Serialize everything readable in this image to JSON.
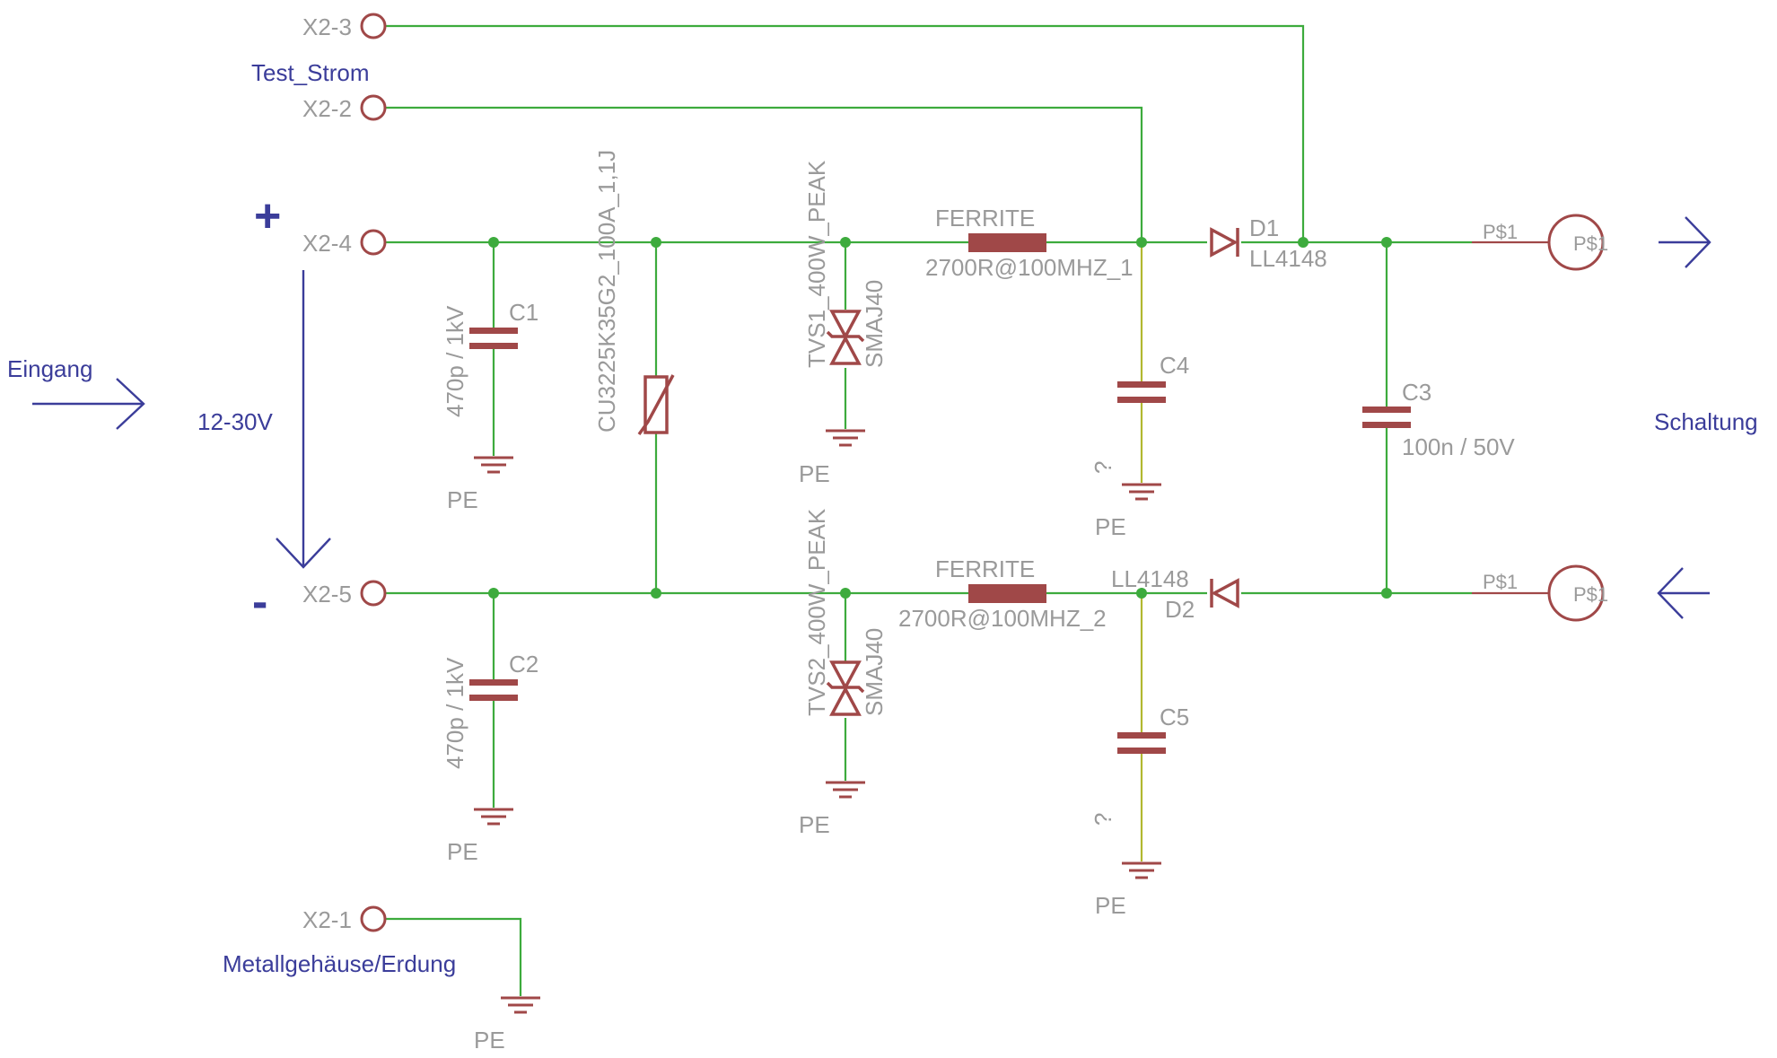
{
  "connectors": [
    "X2-3",
    "X2-2",
    "X2-4",
    "X2-5",
    "X2-1"
  ],
  "net_labels": {
    "test_strom": "Test_Strom",
    "eingang": "Eingang",
    "voltage": "12-30V",
    "schaltung": "Schaltung",
    "metall": "Metallgehäuse/Erdung",
    "plus": "+",
    "minus": "-"
  },
  "components": {
    "c1": {
      "name": "C1",
      "value": "470p / 1kV"
    },
    "c2": {
      "name": "C2",
      "value": "470p / 1kV"
    },
    "c3": {
      "name": "C3",
      "value": "100n / 50V"
    },
    "c4": {
      "name": "C4",
      "value": "?"
    },
    "c5": {
      "name": "C5",
      "value": "?"
    },
    "varistor": {
      "value": "CU3225K35G2_100A_1,1J"
    },
    "tvs1": {
      "name": "TVS1_400W_PEAK",
      "value": "SMAJ40"
    },
    "tvs2": {
      "name": "TVS2_400W_PEAK",
      "value": "SMAJ40"
    },
    "ferrite1": {
      "name": "FERRITE",
      "value": "2700R@100MHZ_1"
    },
    "ferrite2": {
      "name": "FERRITE",
      "value": "2700R@100MHZ_2"
    },
    "d1": {
      "name": "D1",
      "value": "LL4148"
    },
    "d2": {
      "name": "D2",
      "value": "LL4148"
    },
    "pad_top": {
      "name": "P$1",
      "value": "P$1"
    },
    "pad_bottom": {
      "name": "P$1",
      "value": "P$1"
    }
  },
  "ground_label": "PE",
  "colors": {
    "wire": "#3dab3d",
    "component": "#a04848",
    "net_label": "#3b3d9a",
    "text": "#9a9a9a"
  }
}
